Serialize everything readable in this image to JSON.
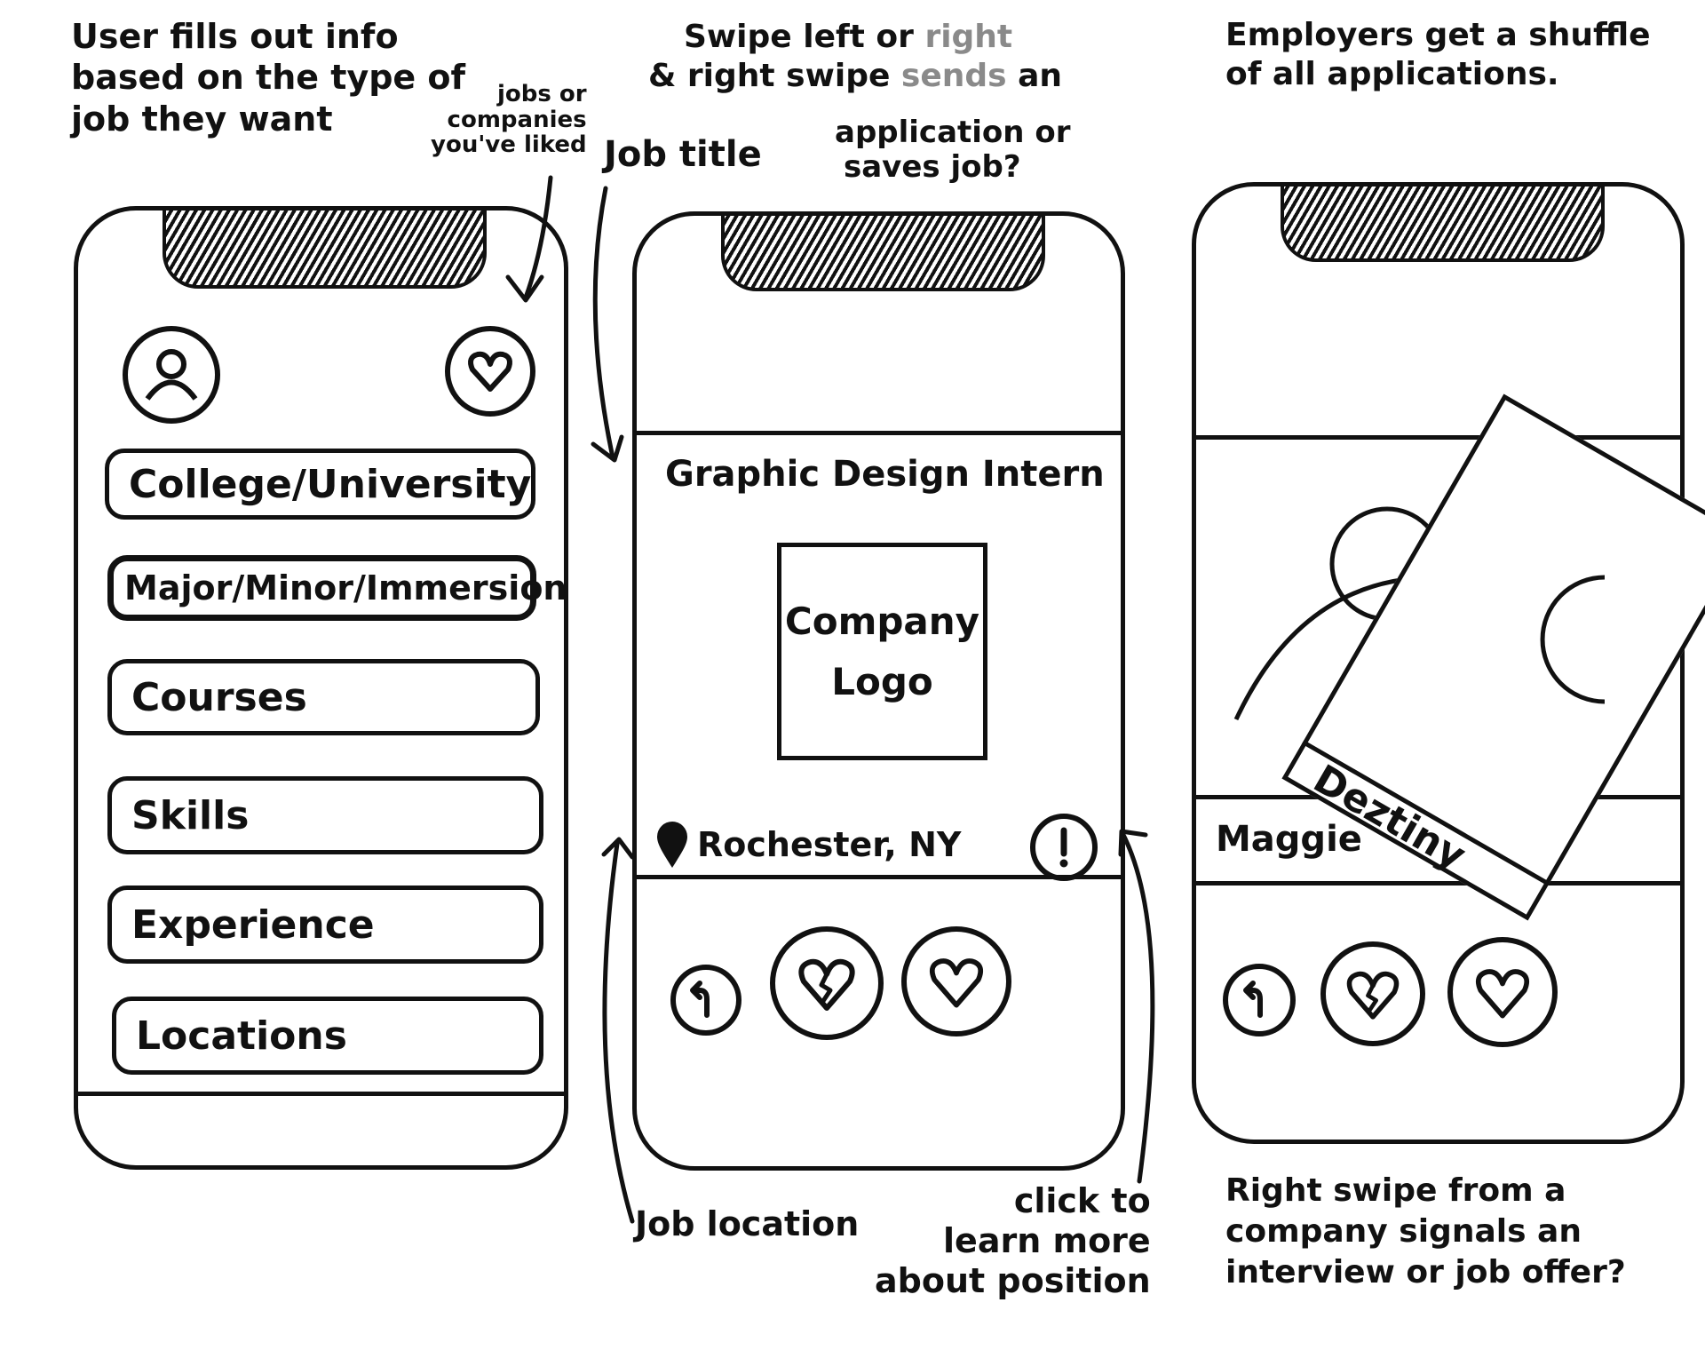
{
  "notes": {
    "left_top": [
      "User fills out info",
      "based on the type of",
      "job they want"
    ],
    "jobs_liked": [
      "jobs or",
      "companies",
      "you've liked"
    ],
    "middle_top": {
      "line1_a": "Swipe left or ",
      "line1_b": "right",
      "line2_a": "& right swipe ",
      "line2_b": "sends",
      "line2_c": " an",
      "line3": "application or",
      "line4": "saves job?"
    },
    "job_title": "Job title",
    "right_top": [
      "Employers get a shuffle",
      "of all applications."
    ],
    "job_location": "Job location",
    "click_more": [
      "click to",
      "learn more",
      "about position"
    ],
    "right_bottom": [
      "Right swipe from a",
      "company signals an",
      "interview or job offer?"
    ]
  },
  "phone1": {
    "fields": [
      "College/University",
      "Major/Minor/Immersion",
      "Courses",
      "Skills",
      "Experience",
      "Locations"
    ]
  },
  "phone2": {
    "job_title": "Graphic Design Intern",
    "logo_lines": [
      "Company",
      "Logo"
    ],
    "location": "Rochester, NY"
  },
  "phone3": {
    "applicant_name": "Maggie",
    "next_applicant_name": "Deztiny"
  },
  "colors": {
    "ink": "#111111",
    "highlight": "#8a8a8a",
    "paper": "#ffffff"
  },
  "icons": [
    "profile-icon",
    "heart-icon",
    "undo-icon",
    "broken-heart-icon",
    "location-pin-icon",
    "info-icon"
  ]
}
